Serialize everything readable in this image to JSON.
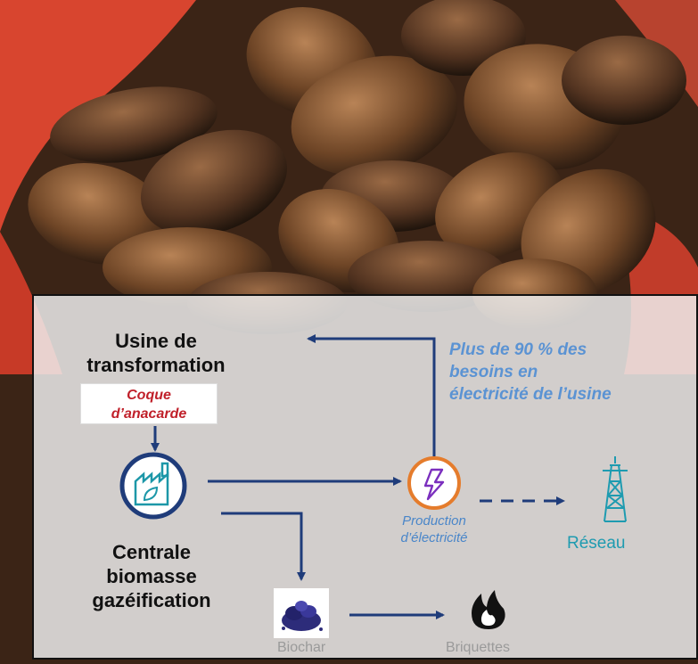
{
  "nodes": {
    "plant": "Usine de\ntransformation",
    "shell": "Coque\nd’anacarde",
    "gasifier": "Centrale\nbiomasse\ngazéification",
    "electricity": "Production\nd’électricité",
    "grid": "Réseau",
    "biochar": "Biochar",
    "briquettes": "Briquettes"
  },
  "note": "Plus de 90 % des\nbesoins en\nélectricité de l’usine",
  "icons": [
    "factory-leaf-icon",
    "lightning-icon",
    "power-pylon-icon",
    "biochar-pile-icon",
    "flame-icon"
  ],
  "colors": {
    "arrow": "#1f3c7a",
    "accent_red": "#c0202a",
    "note_blue": "#5b93d3",
    "grid_teal": "#1e9bb0",
    "lightning_purple": "#7b2fbe",
    "ring_orange": "#e57c2c"
  }
}
